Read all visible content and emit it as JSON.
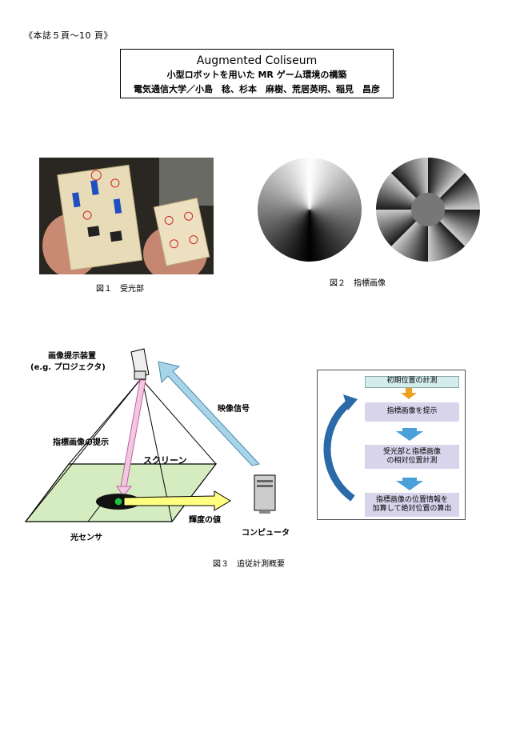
{
  "header_note": "《本誌５頁〜10 頁》",
  "title": {
    "english": "Augmented Coliseum",
    "japanese": "小型ロボットを用いた MR ゲーム環境の構築",
    "authors": "電気通信大学／小島　稔、杉本　麻樹、荒居英明、稲見　昌彦"
  },
  "figures": {
    "fig1_caption": "図１　受光部",
    "fig2_caption": "図２　指標画像",
    "fig3_caption": "図３　追従計測概要"
  },
  "diagram": {
    "projector_label": "画像提示装置",
    "projector_sub": "(e.g. プロジェクタ)",
    "index_label": "指標画像の提示",
    "screen_label": "スクリーン",
    "video_signal": "映像信号",
    "brightness": "輝度の値",
    "sensor": "光センサ",
    "computer": "コンピュータ"
  },
  "flowchart": {
    "step1": "初期位置の計測",
    "step2": "指標画像を提示",
    "step3_line1": "受光部と指標画像",
    "step3_line2": "の相対位置計測",
    "step4_line1": "指標画像の位置情報を",
    "step4_line2": "加算して絶対位置の算出"
  },
  "colors": {
    "flow_box": "#d8d4ec",
    "flow_top": "#d4ecec",
    "arrow_orange": "#f0a020",
    "arrow_blue": "#4aa0d8",
    "screen_green": "#d4ecc0"
  }
}
